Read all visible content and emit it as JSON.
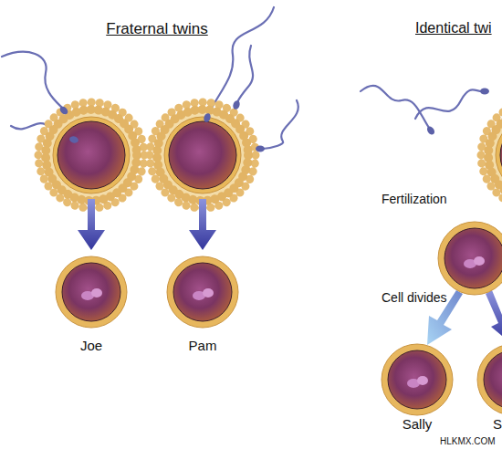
{
  "diagram": {
    "nodes": [
      {
        "text": [
          "Joe"
        ]
      },
      {
        "text": [
          "Pam"
        ]
      },
      {
        "text": [
          "Sally"
        ]
      },
      {
        "text": [
          "S"
        ]
      }
    ],
    "labels": [
      "Fraternal twins",
      "Identical twi",
      "Fertilization",
      "Cell divides",
      "HLKMX.COM"
    ]
  }
}
